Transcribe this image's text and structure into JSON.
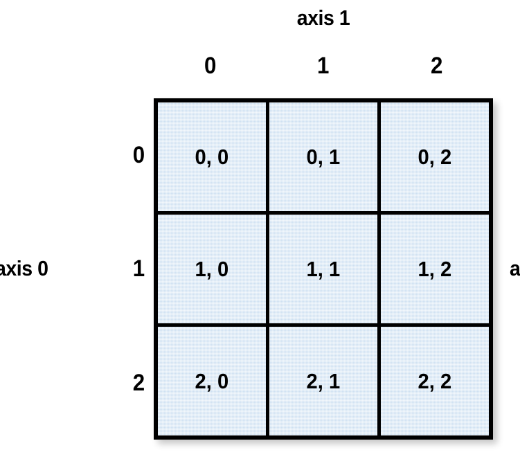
{
  "diagram": {
    "title": "axis 1",
    "left_label": "axis 0",
    "right_edge_fragment": "a",
    "background_color": "#ffffff",
    "cell_fill_color": "#cfe1f2",
    "line_color": "#000000",
    "text_color": "#000000"
  },
  "chart_data": {
    "type": "table",
    "title": "axis 1",
    "xlabel": "axis 1",
    "ylabel": "axis 0",
    "column_headers": [
      "0",
      "1",
      "2"
    ],
    "row_headers": [
      "0",
      "1",
      "2"
    ],
    "rows": [
      [
        "0, 0",
        "0, 1",
        "0, 2"
      ],
      [
        "1, 0",
        "1, 1",
        "1, 2"
      ],
      [
        "2, 0",
        "2, 1",
        "2, 2"
      ]
    ],
    "grid": true,
    "legend": "none"
  }
}
